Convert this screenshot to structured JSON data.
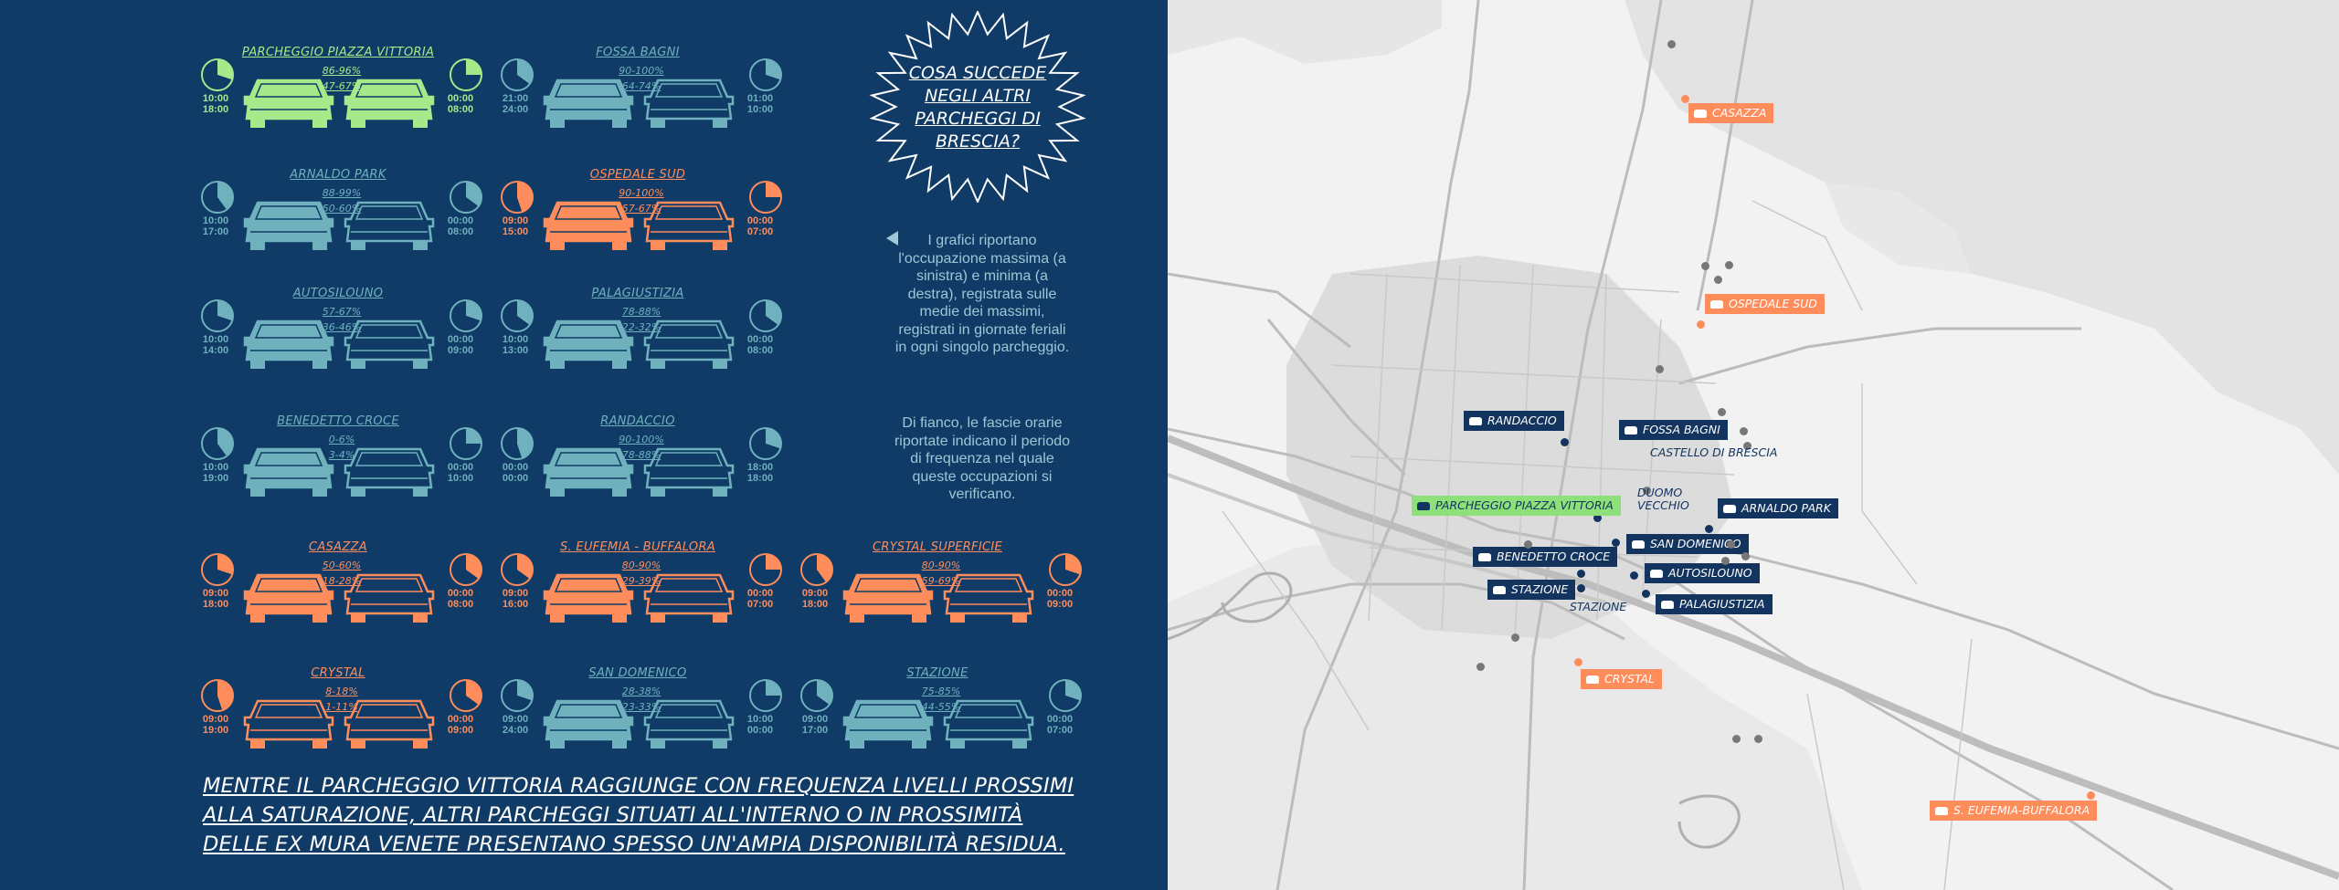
{
  "colors": {
    "navy_bg": "#0f3b66",
    "green": "#a6e88a",
    "teal": "#6fb1bd",
    "orange": "#ff8d5c",
    "map_bg": "#f2f2f2"
  },
  "parkings": [
    {
      "name": "PARCHEGGIO PIAZZA VITTORIA",
      "status": "green",
      "max_pct": "86-96%",
      "min_pct": "47-67%",
      "max_time": [
        "10:00",
        "18:00"
      ],
      "min_time": [
        "00:00",
        "08:00"
      ]
    },
    {
      "name": "FOSSA BAGNI",
      "status": "teal",
      "max_pct": "90-100%",
      "min_pct": "64-74%",
      "max_time": [
        "21:00",
        "24:00"
      ],
      "min_time": [
        "01:00",
        "10:00"
      ]
    },
    {
      "name": "ARNALDO PARK",
      "status": "teal",
      "max_pct": "88-99%",
      "min_pct": "50-60%",
      "max_time": [
        "10:00",
        "17:00"
      ],
      "min_time": [
        "00:00",
        "08:00"
      ]
    },
    {
      "name": "OSPEDALE SUD",
      "status": "orange",
      "max_pct": "90-100%",
      "min_pct": "57-67%",
      "max_time": [
        "09:00",
        "15:00"
      ],
      "min_time": [
        "00:00",
        "07:00"
      ]
    },
    {
      "name": "AUTOSILOUNO",
      "status": "teal",
      "max_pct": "57-67%",
      "min_pct": "36-46%",
      "max_time": [
        "10:00",
        "14:00"
      ],
      "min_time": [
        "00:00",
        "09:00"
      ]
    },
    {
      "name": "PALAGIUSTIZIA",
      "status": "teal",
      "max_pct": "78-88%",
      "min_pct": "22-32%",
      "max_time": [
        "10:00",
        "13:00"
      ],
      "min_time": [
        "00:00",
        "08:00"
      ]
    },
    {
      "name": "BENEDETTO CROCE",
      "status": "teal",
      "max_pct": "0-6%",
      "min_pct": "3-4%",
      "max_time": [
        "10:00",
        "19:00"
      ],
      "min_time": [
        "00:00",
        "10:00"
      ]
    },
    {
      "name": "RANDACCIO",
      "status": "teal",
      "max_pct": "90-100%",
      "min_pct": "78-88%",
      "max_time": [
        "00:00",
        "00:00"
      ],
      "min_time": [
        "18:00",
        "18:00"
      ]
    },
    {
      "name": "CASAZZA",
      "status": "orange",
      "max_pct": "50-60%",
      "min_pct": "18-28%",
      "max_time": [
        "09:00",
        "18:00"
      ],
      "min_time": [
        "00:00",
        "08:00"
      ]
    },
    {
      "name": "S. EUFEMIA - BUFFALORA",
      "status": "orange",
      "max_pct": "80-90%",
      "min_pct": "29-39%",
      "max_time": [
        "09:00",
        "16:00"
      ],
      "min_time": [
        "00:00",
        "07:00"
      ]
    },
    {
      "name": "CRYSTAL SUPERFICIE",
      "status": "orange",
      "max_pct": "80-90%",
      "min_pct": "59-69%",
      "max_time": [
        "09:00",
        "18:00"
      ],
      "min_time": [
        "00:00",
        "09:00"
      ]
    },
    {
      "name": "CRYSTAL",
      "status": "orange",
      "max_pct": "8-18%",
      "min_pct": "1-11%",
      "max_time": [
        "09:00",
        "19:00"
      ],
      "min_time": [
        "00:00",
        "09:00"
      ]
    },
    {
      "name": "SAN DOMENICO",
      "status": "teal",
      "max_pct": "28-38%",
      "min_pct": "23-33%",
      "max_time": [
        "09:00",
        "24:00"
      ],
      "min_time": [
        "10:00",
        "00:00"
      ]
    },
    {
      "name": "STAZIONE",
      "status": "teal",
      "max_pct": "75-85%",
      "min_pct": "44-55%",
      "max_time": [
        "09:00",
        "17:00"
      ],
      "min_time": [
        "00:00",
        "07:00"
      ]
    }
  ],
  "burst_title": "COSA SUCCEDE NEGLI ALTRI PARCHEGGI DI BRESCIA?",
  "legend_1": "I grafici riportano l'occupazione massima (a sinistra) e minima (a destra), registrata sulle medie dei massimi, registrati in giornate feriali in ogni singolo parcheggio.",
  "legend_2": "Di fianco, le fascie orarie riportate indicano il periodo di frequenza nel quale queste occupazioni si verificano.",
  "statement": "MENTRE IL PARCHEGGIO VITTORIA RAGGIUNGE CON FREQUENZA LIVELLI PROSSIMI ALLA SATURAZIONE, ALTRI PARCHEGGI SITUATI ALL'INTERNO O IN PROSSIMITÀ DELLE EX MURA VENETE PRESENTANO SPESSO UN'AMPIA DISPONIBILITÀ RESIDUA.",
  "map_pins": [
    {
      "label": "CASAZZA",
      "style": "orange"
    },
    {
      "label": "OSPEDALE SUD",
      "style": "orange"
    },
    {
      "label": "RANDACCIO",
      "style": "navy"
    },
    {
      "label": "FOSSA BAGNI",
      "style": "navy"
    },
    {
      "label": "PARCHEGGIO PIAZZA VITTORIA",
      "style": "green"
    },
    {
      "label": "ARNALDO PARK",
      "style": "navy"
    },
    {
      "label": "SAN DOMENICO",
      "style": "navy"
    },
    {
      "label": "BENEDETTO CROCE",
      "style": "navy"
    },
    {
      "label": "AUTOSILOUNO",
      "style": "navy"
    },
    {
      "label": "STAZIONE",
      "style": "navy"
    },
    {
      "label": "PALAGIUSTIZIA",
      "style": "navy"
    },
    {
      "label": "CRYSTAL",
      "style": "orange"
    },
    {
      "label": "S. EUFEMIA-BUFFALORA",
      "style": "orange"
    }
  ],
  "map_landmarks": [
    {
      "label": "CASTELLO DI BRESCIA"
    },
    {
      "label": "DUOMO VECCHIO"
    },
    {
      "label": "STAZIONE"
    }
  ]
}
